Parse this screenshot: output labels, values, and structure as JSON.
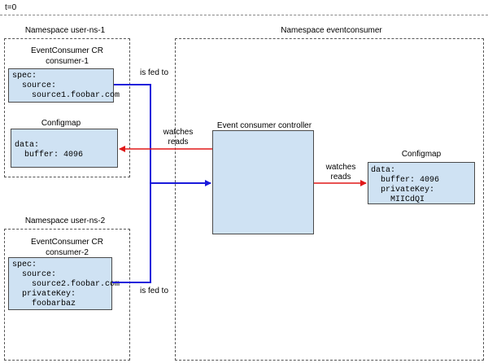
{
  "time_label": "t=0",
  "ns_user1": {
    "title": "Namespace user-ns-1",
    "cr_title_line1": "EventConsumer CR",
    "cr_title_line2": "consumer-1",
    "spec_lines": [
      "spec:",
      "  source:",
      "    source1.foobar.com"
    ],
    "configmap_title": "Configmap",
    "configmap_lines": [
      "data:",
      "  buffer: 4096"
    ]
  },
  "ns_user2": {
    "title": "Namespace user-ns-2",
    "cr_title_line1": "EventConsumer CR",
    "cr_title_line2": "consumer-2",
    "spec_lines": [
      "spec:",
      "  source:",
      "    source2.foobar.com",
      "  privateKey:",
      "    foobarbaz"
    ]
  },
  "ns_event": {
    "title": "Namespace eventconsumer",
    "controller_title": "Event consumer controller",
    "configmap_title": "Configmap",
    "configmap_lines": [
      "data:",
      "  buffer: 4096",
      "  privateKey:",
      "    MIICdQI"
    ]
  },
  "arrows": {
    "fed_top": "is fed to",
    "fed_bottom": "is fed to",
    "watches_left_1": "watches",
    "watches_left_2": "reads",
    "watches_right_1": "watches",
    "watches_right_2": "reads"
  },
  "colors": {
    "box_fill": "#cfe2f3",
    "arrow_blue": "#1a1adb",
    "arrow_red": "#e01818"
  }
}
